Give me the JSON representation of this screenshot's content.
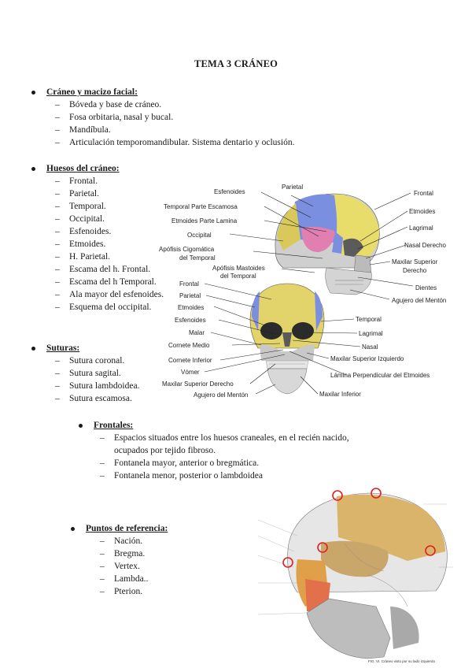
{
  "title": "TEMA 3 CRÁNEO",
  "sections": {
    "craneo": {
      "heading": "Cráneo y macizo facial:",
      "items": [
        "Bóveda y base de cráneo.",
        "Fosa orbitaria, nasal y bucal.",
        "Mandíbula.",
        "Articulación temporomandibular. Sistema dentario y oclusión."
      ]
    },
    "huesos": {
      "heading": "Huesos del cráneo:",
      "items": [
        "Frontal.",
        "Parietal.",
        "Temporal.",
        "Occipital.",
        "Esfenoides.",
        "Etmoides.",
        "H. Parietal.",
        "Escama del h. Frontal.",
        "Escama del h Temporal.",
        "Ala mayor del esfenoides.",
        "Esquema del occipital."
      ]
    },
    "suturas": {
      "heading": "Suturas:",
      "items": [
        "Sutura coronal.",
        "Sutura sagital.",
        "Sutura lambdoidea.",
        "Sutura  escamosa."
      ]
    },
    "frontales": {
      "heading": "Frontales:",
      "items": [
        "Espacios situados entre los huesos craneales, en el recién nacido, ocupados por tejido fibroso.",
        "Fontanela mayor, anterior o bregmática.",
        "Fontanela menor, posterior o lambdoidea"
      ]
    },
    "puntos": {
      "heading": "Puntos de referencia:",
      "items": [
        "Nación.",
        "Bregma.",
        "Vertex.",
        "Lambda..",
        "Pterion."
      ]
    }
  },
  "figure_lateral": {
    "labels": {
      "parietal": "Parietal",
      "esfenoides": "Esfenoides",
      "temporal_escamosa": "Temporal Parte Escamosa",
      "etmoides_lamina": "Etmoides Parte Lamina",
      "occipital": "Occipital",
      "cigomatico": "Apófisis Cigomática",
      "del_temporal": "del Temporal",
      "mastoides": "Apófisis Mastoides",
      "del_temporal2": "del Temporal",
      "frontal": "Frontal",
      "etmoides": "Etmoides",
      "lagrimal": "Lagrimal",
      "nasal": "Nasal Derecho",
      "maxilar": "Maxilar Superior",
      "derecho": "Derecho",
      "dientes": "Dientes",
      "agujero": "Agujero del Mentón"
    }
  },
  "figure_frontal": {
    "labels": {
      "frontal": "Frontal",
      "parietal": "Parietal",
      "etmoides": "Etmoides",
      "esfenoides": "Esfenoides",
      "malar": "Malar",
      "cornete_medio": "Cornete Medio",
      "cornete_inferior": "Cornete Inferior",
      "vomer": "Vómer",
      "maxilar_superior": "Maxilar Superior Derecho",
      "agujero": "Agujero del Mentón",
      "temporal": "Temporal",
      "lagrimal": "Lagrimal",
      "nasal": "Nasal",
      "maxilar_izq": "Maxilar Superior Izquierdo",
      "lamina": "Lámina Perpendicular del Etmoides",
      "maxilar_inferior": "Maxilar Inferior"
    }
  },
  "figure_atlas": {
    "caption": "FIG. VI. Cráneo visto por su lado izquierdo"
  },
  "colors": {
    "frontal": "#e8dc6a",
    "parietal": "#7b8fe0",
    "temporal": "#e07fb0",
    "occipital": "#d9c85a",
    "marker": "#e02020",
    "atlas_bone": "#d9b46a"
  }
}
